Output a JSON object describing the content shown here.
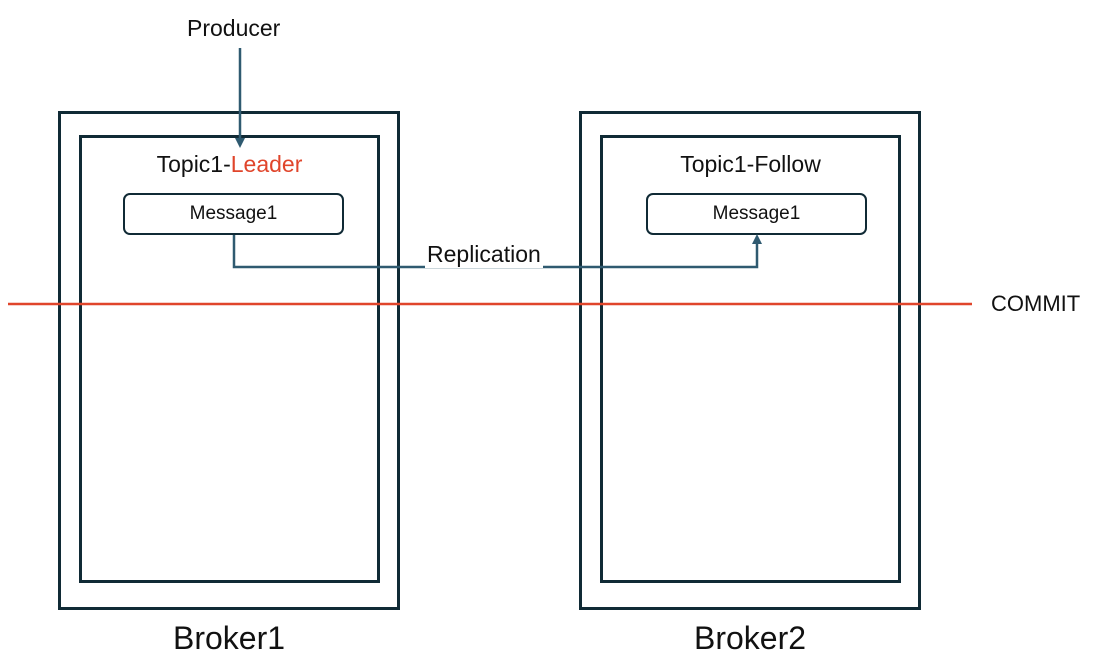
{
  "producer": {
    "label": "Producer"
  },
  "brokers": [
    {
      "label": "Broker1",
      "topic": {
        "prefix": "Topic1-",
        "role": "Leader"
      },
      "message": "Message1"
    },
    {
      "label": "Broker2",
      "topic": {
        "prefix": "Topic1-",
        "role": "Follow"
      },
      "message": "Message1"
    }
  ],
  "replication": {
    "label": "Replication"
  },
  "commit": {
    "label": "COMMIT"
  },
  "colors": {
    "box_stroke": "#102a35",
    "arrow": "#2f5a70",
    "commit_line": "#e0452b",
    "leader_text": "#e0452b"
  }
}
